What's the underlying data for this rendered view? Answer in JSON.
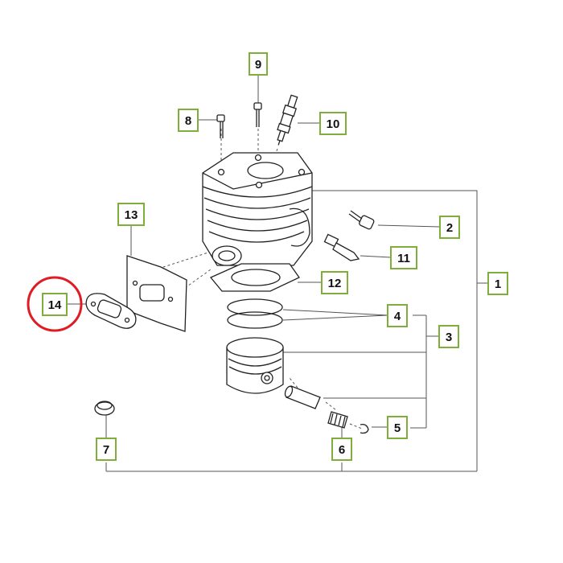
{
  "diagram": {
    "colors": {
      "label_border": "#7fae3a",
      "label_fill": "#ffffff",
      "line": "#555555",
      "highlight_ring": "#e01b24"
    },
    "labels": {
      "l1": "1",
      "l2": "2",
      "l3": "3",
      "l4": "4",
      "l5": "5",
      "l6": "6",
      "l7": "7",
      "l8": "8",
      "l9": "9",
      "l10": "10",
      "l11": "11",
      "l12": "12",
      "l13": "13",
      "l14": "14"
    },
    "highlighted_label": "14"
  }
}
